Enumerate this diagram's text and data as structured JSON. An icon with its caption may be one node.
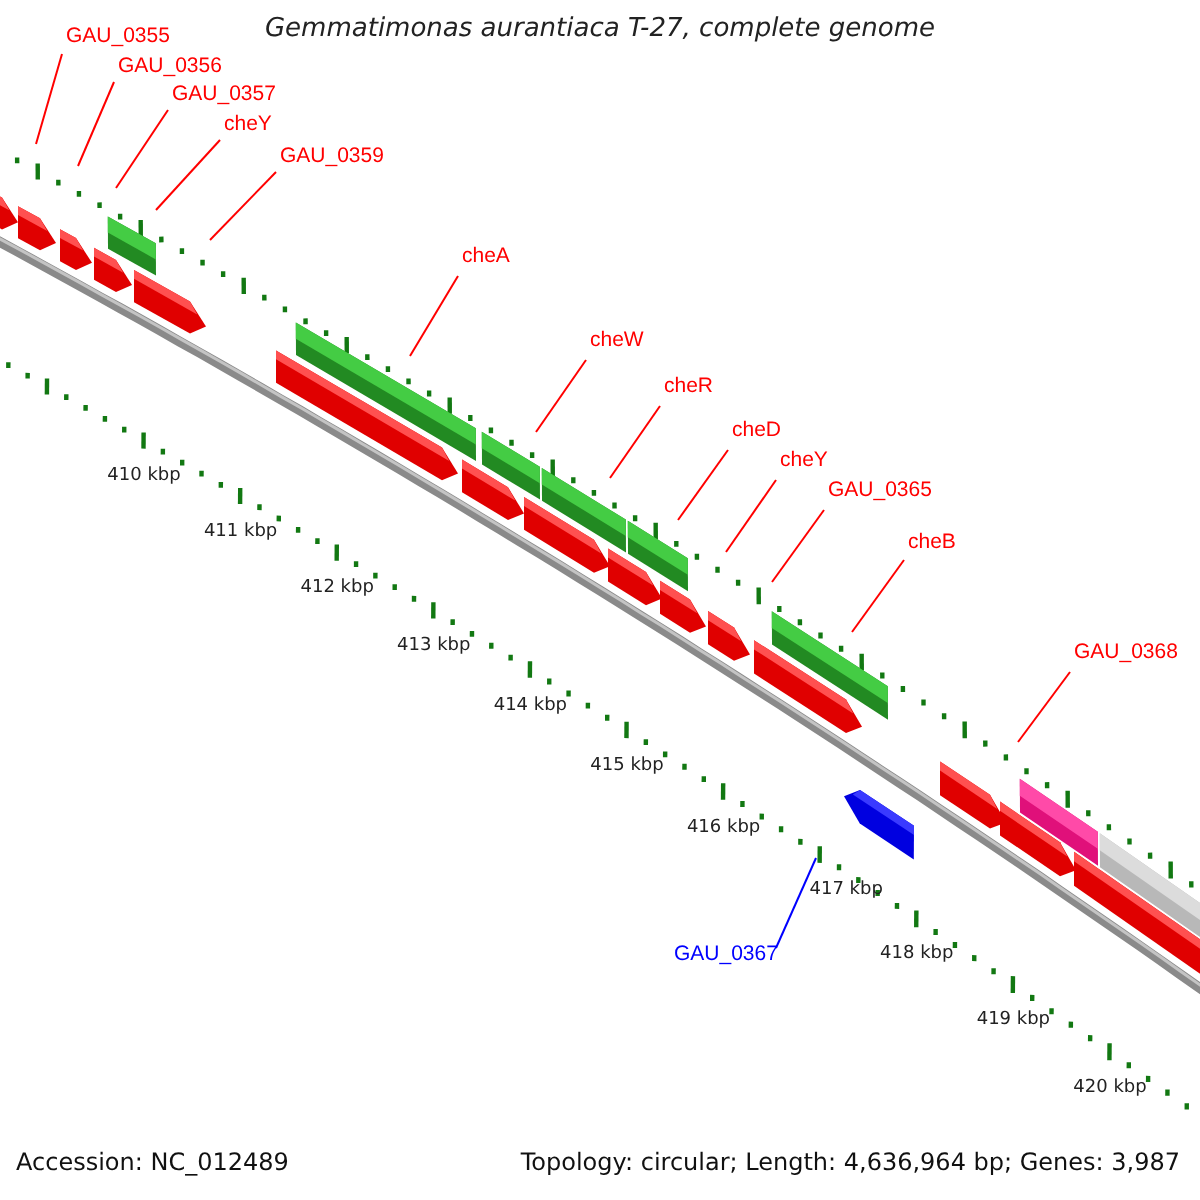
{
  "diagram": {
    "title": "Gemmatimonas aurantiaca T-27, complete genome",
    "nodes": [
      {
        "text": [
          "GAU_0355"
        ]
      },
      {
        "text": [
          "GAU_0356"
        ]
      },
      {
        "text": [
          "GAU_0357"
        ]
      },
      {
        "text": [
          "cheY"
        ]
      },
      {
        "text": [
          "GAU_0359"
        ]
      },
      {
        "text": [
          "cheA"
        ]
      },
      {
        "text": [
          "cheW"
        ]
      },
      {
        "text": [
          "cheR"
        ]
      },
      {
        "text": [
          "cheD"
        ]
      },
      {
        "text": [
          "cheY"
        ]
      },
      {
        "text": [
          "GAU_0365"
        ]
      },
      {
        "text": [
          "cheB"
        ]
      },
      {
        "text": [
          "GAU_0368"
        ]
      },
      {
        "text": [
          "GAU_0367"
        ]
      }
    ],
    "edges": [
      {
        "from": 0,
        "to": null,
        "arrow": "none"
      },
      {
        "from": 1,
        "to": null,
        "arrow": "none"
      },
      {
        "from": 2,
        "to": null,
        "arrow": "none"
      },
      {
        "from": 3,
        "to": null,
        "arrow": "none"
      },
      {
        "from": 4,
        "to": null,
        "arrow": "none"
      },
      {
        "from": 5,
        "to": null,
        "arrow": "none"
      },
      {
        "from": 6,
        "to": null,
        "arrow": "none"
      },
      {
        "from": 7,
        "to": null,
        "arrow": "none"
      },
      {
        "from": 8,
        "to": null,
        "arrow": "none"
      },
      {
        "from": 9,
        "to": null,
        "arrow": "none"
      },
      {
        "from": 10,
        "to": null,
        "arrow": "none"
      },
      {
        "from": 11,
        "to": null,
        "arrow": "none"
      },
      {
        "from": 12,
        "to": null,
        "arrow": "none"
      },
      {
        "from": 13,
        "to": null,
        "arrow": "none",
        "color": "#0000ff"
      }
    ],
    "labels": [
      "410 kbp",
      "411 kbp",
      "412 kbp",
      "413 kbp",
      "414 kbp",
      "415 kbp",
      "416 kbp",
      "417 kbp",
      "418 kbp",
      "419 kbp",
      "420 kbp",
      "Accession: NC_012489",
      "Topology: circular; Length: 4,636,964 bp; Genes: 3,987"
    ]
  }
}
